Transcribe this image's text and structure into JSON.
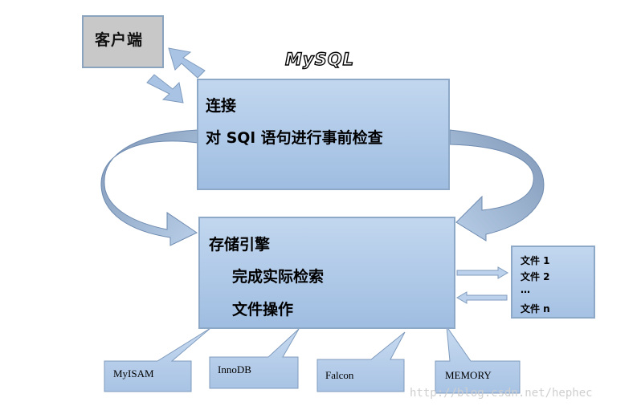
{
  "client": {
    "label": "客户端"
  },
  "mysql": {
    "title": "MySQL",
    "lines": [
      "连接",
      "对 SQl 语句进行事前检查"
    ]
  },
  "storage": {
    "title": "存储引擎",
    "lines": [
      "完成实际检索",
      "文件操作"
    ]
  },
  "files": {
    "items": [
      "文件 1",
      "文件 2",
      "…",
      "文件 n"
    ]
  },
  "engines": [
    "MyISAM",
    "InnoDB",
    "Falcon",
    "MEMORY"
  ],
  "watermark": "http://blog.csdn.net/hephec",
  "colors": {
    "box_fill_top": "#c2d7ef",
    "box_fill_bottom": "#9fbde1",
    "box_border": "#8ea9c8",
    "client_fill": "#c8c8c8",
    "arrow_fill": "#a9c3e4"
  }
}
